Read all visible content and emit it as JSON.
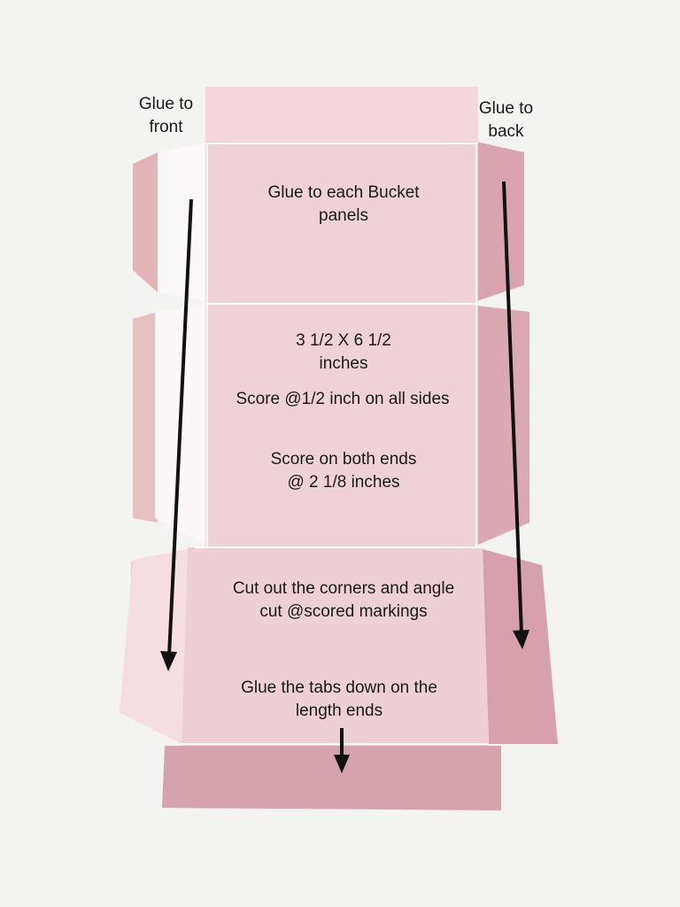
{
  "labels": {
    "glue_front": [
      "Glue to",
      "front"
    ],
    "glue_back": [
      "Glue to",
      "back"
    ],
    "glue_panels": [
      "Glue to each Bucket",
      "panels"
    ],
    "size": [
      "3 1/2 X 6 1/2",
      "inches"
    ],
    "score_sides": "Score @1/2 inch on all sides",
    "score_ends": [
      "Score on both ends",
      "@ 2 1/8 inches"
    ],
    "cut_corners": [
      "Cut out the corners and angle",
      "cut @scored markings"
    ],
    "glue_tabs": [
      "Glue the tabs down on the",
      "length ends"
    ]
  },
  "colors": {
    "background": "#f3f3f2",
    "paper_light": "#f1d4da",
    "paper_dark": "#d7a3ae",
    "flap_white": "#fbf7f8",
    "arrow": "#111111"
  }
}
